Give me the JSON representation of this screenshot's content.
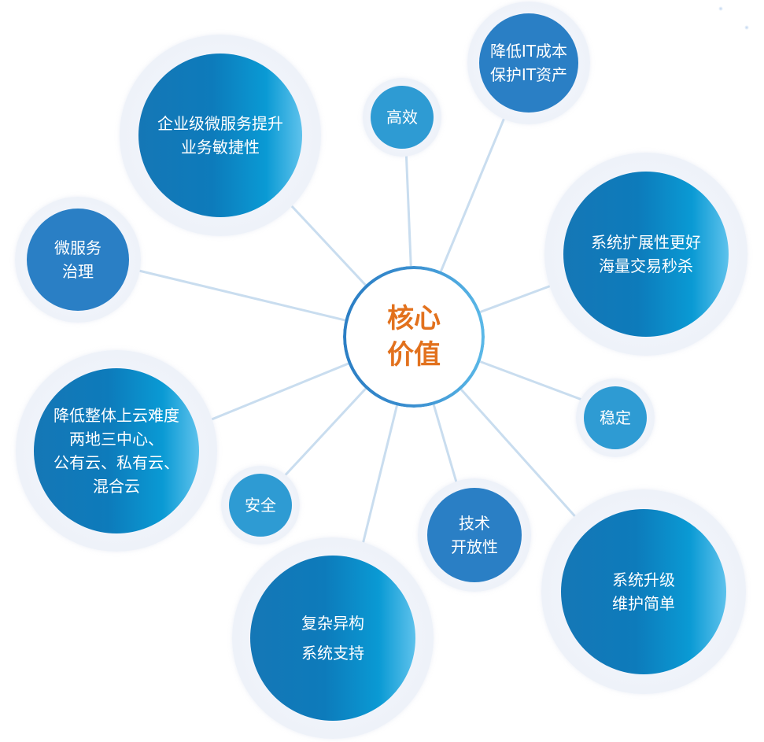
{
  "diagram": {
    "type": "radial-hub",
    "colors": {
      "center_text": "#e2711d",
      "center_ring_start": "#2b7ec4",
      "center_ring_end": "#5bb9e8",
      "node_flat_dark": "#2a7fc5",
      "node_flat_light": "#2e9bd3",
      "node_gradient_start": "#1577b6",
      "node_gradient_end": "#5ec2ec",
      "halo": "#eef2f9",
      "connector": "#c9ddef",
      "node_text": "#ffffff"
    },
    "center": {
      "lines": [
        "核心",
        "价值"
      ]
    },
    "nodes": [
      {
        "id": "agility",
        "lines": [
          "企业级微服务提升",
          "业务敏捷性"
        ]
      },
      {
        "id": "cost",
        "lines": [
          "降低IT成本",
          "保护IT资产"
        ]
      },
      {
        "id": "efficient",
        "lines": [
          "高效"
        ]
      },
      {
        "id": "scalability",
        "lines": [
          "系统扩展性更好",
          "海量交易秒杀"
        ]
      },
      {
        "id": "governance",
        "lines": [
          "微服务",
          "治理"
        ]
      },
      {
        "id": "stable",
        "lines": [
          "稳定"
        ]
      },
      {
        "id": "cloud",
        "lines": [
          "降低整体上云难度",
          "两地三中心、",
          "公有云、私有云、",
          "混合云"
        ]
      },
      {
        "id": "security",
        "lines": [
          "安全"
        ]
      },
      {
        "id": "openness",
        "lines": [
          "技术",
          "开放性"
        ]
      },
      {
        "id": "maintenance",
        "lines": [
          "系统升级",
          "维护简单"
        ]
      },
      {
        "id": "heterogeneous",
        "lines": [
          "复杂异构",
          "系统支持"
        ]
      }
    ]
  }
}
